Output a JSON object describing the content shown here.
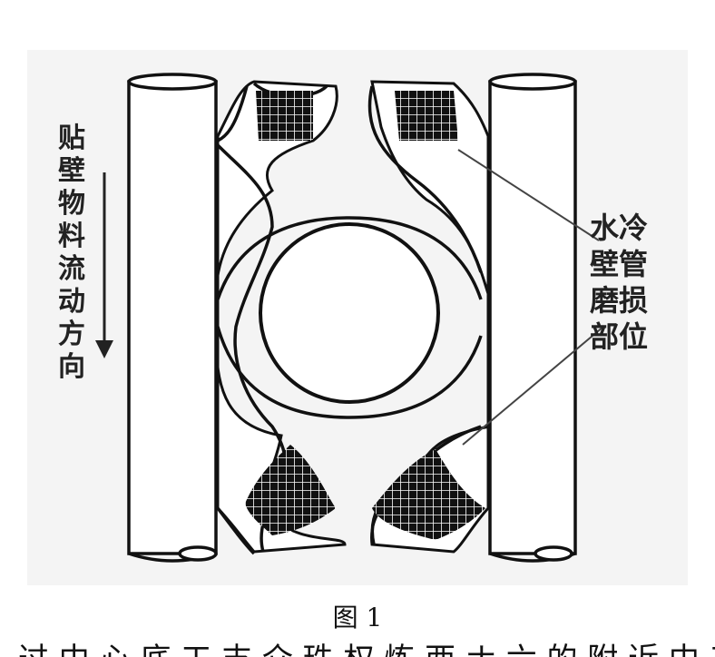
{
  "diagram": {
    "flow_label_chars": [
      "贴",
      "壁",
      "物",
      "料",
      "流",
      "动",
      "方",
      "向"
    ],
    "wear_label_lines": [
      "水冷",
      "壁管",
      "磨损",
      "部位"
    ],
    "caption": "图 1",
    "bottom_text": "过 中 心 底 工  支 介 珠 权 炼 西 ナ  六 的 附 近  中 工 乞"
  }
}
